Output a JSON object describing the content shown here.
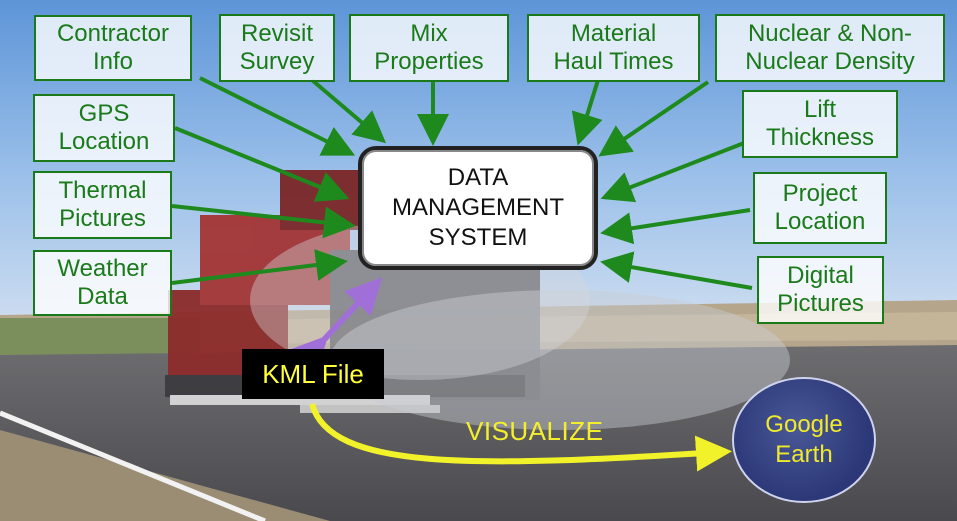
{
  "center": {
    "label": "DATA\nMANAGEMENT\nSYSTEM"
  },
  "inputs": [
    {
      "id": "contractor-info",
      "label": "Contractor\nInfo"
    },
    {
      "id": "revisit-survey",
      "label": "Revisit\nSurvey"
    },
    {
      "id": "mix-properties",
      "label": "Mix\nProperties"
    },
    {
      "id": "material-haul-times",
      "label": "Material\nHaul Times"
    },
    {
      "id": "nuclear-density",
      "label": "Nuclear & Non-\nNuclear Density"
    },
    {
      "id": "gps-location",
      "label": "GPS\nLocation"
    },
    {
      "id": "lift-thickness",
      "label": "Lift\nThickness"
    },
    {
      "id": "thermal-pictures",
      "label": "Thermal\nPictures"
    },
    {
      "id": "project-location",
      "label": "Project\nLocation"
    },
    {
      "id": "weather-data",
      "label": "Weather\nData"
    },
    {
      "id": "digital-pictures",
      "label": "Digital\nPictures"
    }
  ],
  "kml": {
    "label": "KML File"
  },
  "visualize": {
    "label": "VISUALIZE"
  },
  "google_earth": {
    "label": "Google\nEarth"
  },
  "colors": {
    "box_border": "#1a7a1a",
    "arrow_green": "#1e8a1e",
    "bidirectional_arrow": "#a070d8",
    "visualize_arrow": "#f2f22a",
    "kml_text": "#ffff3b",
    "earth_fill": "#2f3b7b"
  }
}
